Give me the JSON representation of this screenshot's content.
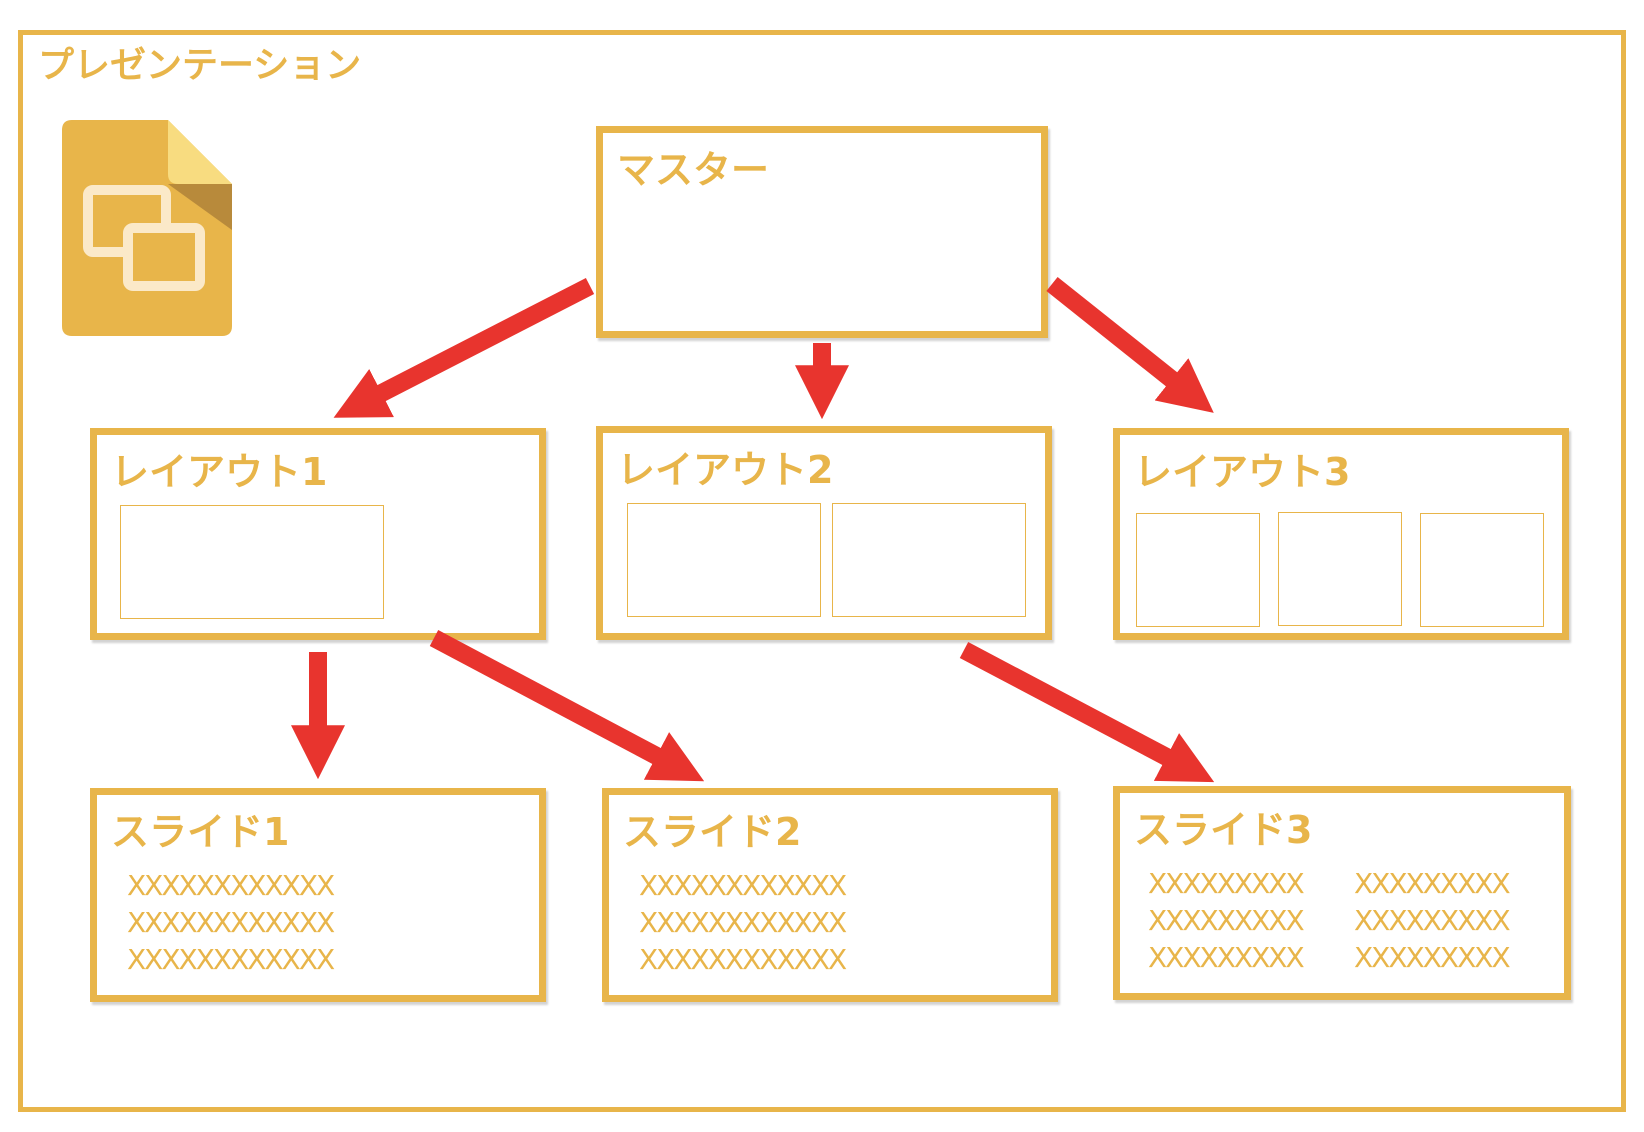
{
  "presentation": {
    "label": "プレゼンテーション"
  },
  "master": {
    "label": "マスター"
  },
  "layouts": [
    {
      "label": "レイアウト1"
    },
    {
      "label": "レイアウト2"
    },
    {
      "label": "レイアウト3"
    }
  ],
  "slides": [
    {
      "label": "スライド1",
      "lines": [
        "XXXXXXXXXXXX",
        "XXXXXXXXXXXX",
        "XXXXXXXXXXXX"
      ]
    },
    {
      "label": "スライド2",
      "lines": [
        "XXXXXXXXXXXX",
        "XXXXXXXXXXXX",
        "XXXXXXXXXXXX"
      ]
    },
    {
      "label": "スライド3",
      "col1": [
        "XXXXXXXXX",
        "XXXXXXXXX",
        "XXXXXXXXX"
      ],
      "col2": [
        "XXXXXXXXX",
        "XXXXXXXXX",
        "XXXXXXXXX"
      ]
    }
  ],
  "colors": {
    "frame": "#e8b54a",
    "arrow": "#e8342e",
    "icon_body": "#e8b54a",
    "icon_fold": "#f8dc80",
    "icon_shadow": "#b3853a"
  },
  "icon": {
    "name": "google-slides-icon"
  }
}
